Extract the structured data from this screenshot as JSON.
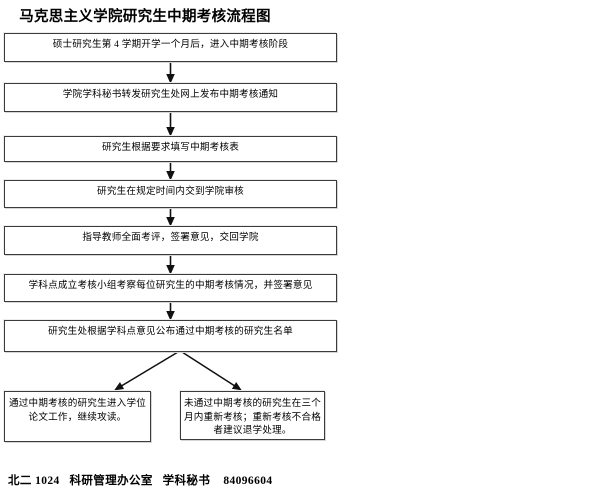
{
  "document": {
    "title": "马克思主义学院研究生中期考核流程图",
    "footer": "北二 1024   科研管理办公室   学科秘书    84096604"
  },
  "flowchart": {
    "type": "flowchart",
    "orientation": "top-to-bottom",
    "nodes": [
      {
        "id": "step-1",
        "label": "硕士研究生第 4 学期开学一个月后，进入中期考核阶段",
        "shape": "rectangle"
      },
      {
        "id": "step-2",
        "label": "学院学科秘书转发研究生处网上发布中期考核通知",
        "shape": "rectangle"
      },
      {
        "id": "step-3",
        "label": "研究生根据要求填写中期考核表",
        "shape": "rectangle"
      },
      {
        "id": "step-4",
        "label": "研究生在规定时间内交到学院审核",
        "shape": "rectangle"
      },
      {
        "id": "step-5",
        "label": "指导教师全面考评，签署意见，交回学院",
        "shape": "rectangle"
      },
      {
        "id": "step-6",
        "label": "学科点成立考核小组考察每位研究生的中期考核情况，并签署意见",
        "shape": "rectangle"
      },
      {
        "id": "step-7",
        "label": "研究生处根据学科点意见公布通过中期考核的研究生名单",
        "shape": "rectangle"
      },
      {
        "id": "outcome-pass",
        "label": "通过中期考核的研究生进入学位\n论文工作，继续攻读。",
        "shape": "rectangle"
      },
      {
        "id": "outcome-fail",
        "label": "未通过中期考核的研究生在三个\n月内重新考核；重新考核不合格\n者建议退学处理。",
        "shape": "rectangle"
      }
    ],
    "edges": [
      {
        "from": "step-1",
        "to": "step-2",
        "style": "arrow-down"
      },
      {
        "from": "step-2",
        "to": "step-3",
        "style": "arrow-down"
      },
      {
        "from": "step-3",
        "to": "step-4",
        "style": "arrow-down"
      },
      {
        "from": "step-4",
        "to": "step-5",
        "style": "arrow-down"
      },
      {
        "from": "step-5",
        "to": "step-6",
        "style": "arrow-down"
      },
      {
        "from": "step-6",
        "to": "step-7",
        "style": "arrow-down"
      },
      {
        "from": "step-7",
        "to": "outcome-pass",
        "style": "arrow-diagonal-left"
      },
      {
        "from": "step-7",
        "to": "outcome-fail",
        "style": "arrow-diagonal-right"
      }
    ]
  },
  "colors": {
    "box_border": "#3b3b3b",
    "box_fill": "#ffffff",
    "connector": "#111111",
    "text": "#000000",
    "page_background": "#ffffff"
  }
}
